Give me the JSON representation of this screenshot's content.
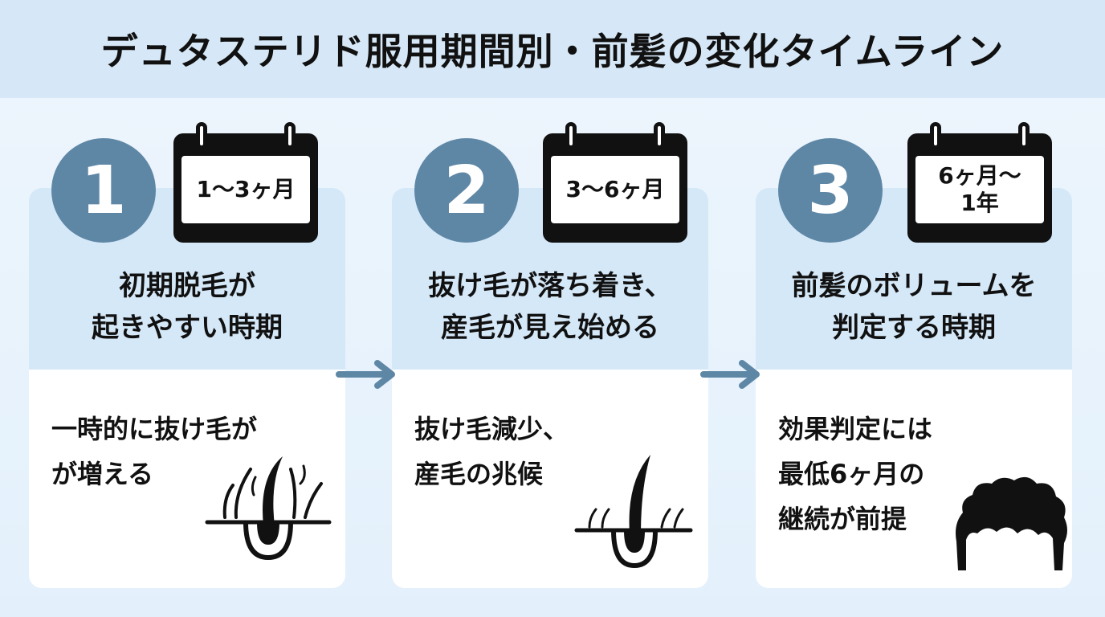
{
  "title": "デュタステリド服用期間別・前髪の変化タイムライン",
  "colors": {
    "title_band": "#d6e8f7",
    "card_top": "#d5e8f8",
    "card_bottom": "#ffffff",
    "step_circle": "#5e87a6",
    "arrow": "#5e87a6"
  },
  "steps": [
    {
      "number": "1",
      "calendar": [
        "1〜3ヶ月"
      ],
      "heading": [
        "初期脱毛が",
        "起きやすい時期"
      ],
      "description": [
        "一時的に抜け毛が",
        "が増える"
      ],
      "icon": "hair-follicle-shedding-icon"
    },
    {
      "number": "2",
      "calendar": [
        "3〜6ヶ月"
      ],
      "heading": [
        "抜け毛が落ち着き、",
        "産毛が見え始める"
      ],
      "description": [
        "抜け毛減少、",
        "産毛の兆候"
      ],
      "icon": "hair-follicle-growing-icon"
    },
    {
      "number": "3",
      "calendar": [
        "6ヶ月〜",
        "1年"
      ],
      "heading": [
        "前髪のボリュームを",
        "判定する時期"
      ],
      "description": [
        "効果判定には",
        "最低6ヶ月の",
        "継続が前提"
      ],
      "icon": "full-hair-head-icon"
    }
  ]
}
